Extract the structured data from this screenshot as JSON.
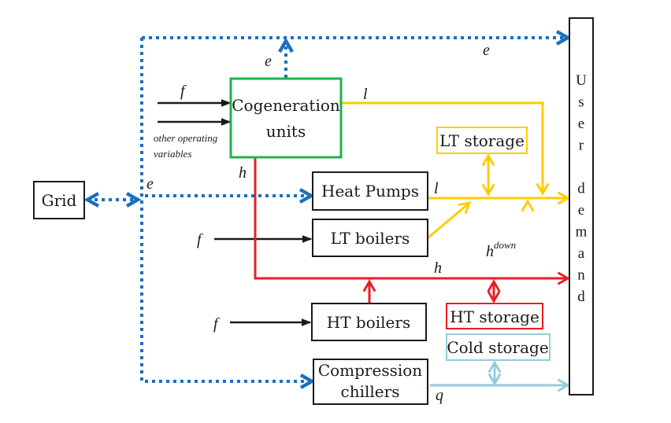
{
  "colors": {
    "electricity": "#1a6fbf",
    "fuel": "#1a1a1a",
    "heat_high": "#ec1c24",
    "heat_low": "#ffcc00",
    "cold": "#92cddc",
    "cogeneration": "#22b14c",
    "box_border": "#1a1a1a"
  },
  "nodes": {
    "grid": {
      "label": "Grid"
    },
    "cogeneration": {
      "line1": "Cogeneration",
      "line2": "units"
    },
    "heat_pumps": {
      "label": "Heat Pumps"
    },
    "lt_boilers": {
      "label": "LT boilers"
    },
    "ht_boilers": {
      "label": "HT boilers"
    },
    "compression_chillers": {
      "line1": "Compression",
      "line2": "chillers"
    },
    "lt_storage": {
      "label": "LT storage"
    },
    "ht_storage": {
      "label": "HT storage"
    },
    "cold_storage": {
      "label": "Cold storage"
    },
    "user_demand": {
      "letters": [
        "U",
        "s",
        "e",
        "r",
        "",
        "d",
        "e",
        "m",
        "a",
        "n",
        "d"
      ]
    }
  },
  "flow_labels": {
    "cogen_electricity": "e",
    "top_electricity": "e",
    "grid_electricity": "e",
    "cogen_fuel": "f",
    "other_operating_line1": "other operating",
    "other_operating_line2": "variables",
    "cogen_heat_high": "h",
    "cogen_heat_low": "l",
    "heat_pumps_heat_low": "l",
    "lt_boilers_fuel": "f",
    "ht_boilers_fuel": "f",
    "heat_high_bus": "h",
    "heat_down_base": "h",
    "heat_down_sup": "down",
    "cold_flow": "q"
  }
}
